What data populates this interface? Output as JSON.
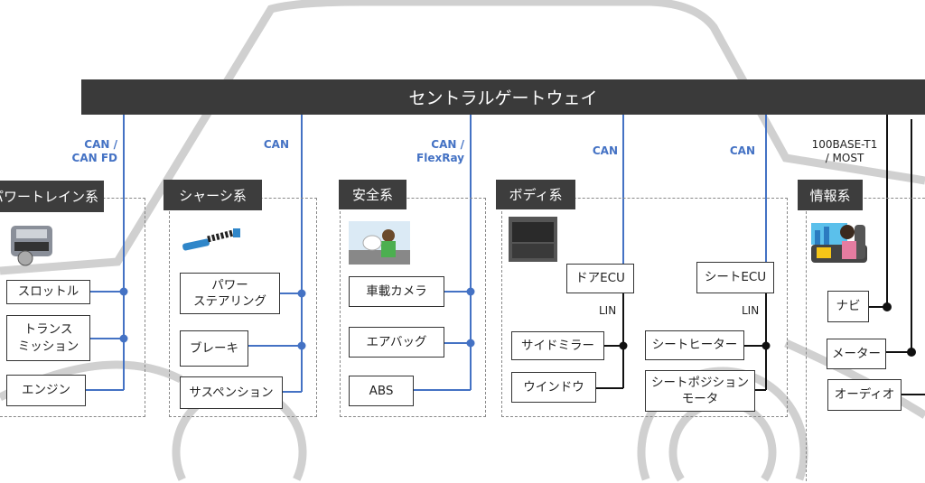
{
  "gateway": "セントラルゲートウェイ",
  "colors": {
    "can": "#4472c4",
    "ethernet": "#222222",
    "label_bg": "#3d3d3d",
    "car_outline": "#cccccc"
  },
  "groups": [
    {
      "label": "パワートレイン系",
      "bus": "CAN /\nCAN FD",
      "icon": "engine-icon",
      "ecus": [
        "スロットル",
        "トランス\nミッション",
        "エンジン"
      ]
    },
    {
      "label": "シャーシ系",
      "bus": "CAN",
      "icon": "suspension-icon",
      "ecus": [
        "パワー\nステアリング",
        "ブレーキ",
        "サスペンション"
      ]
    },
    {
      "label": "安全系",
      "bus": "CAN /\nFlexRay",
      "icon": "driver-airbag-icon",
      "ecus": [
        "車載カメラ",
        "エアバッグ",
        "ABS"
      ]
    },
    {
      "label": "ボディ系",
      "icon": "car-seat-icon",
      "subnets": [
        {
          "bus": "CAN",
          "ecu": "ドアECU",
          "sub_bus": "LIN",
          "ecus": [
            "サイドミラー",
            "ウインドウ"
          ]
        },
        {
          "bus": "CAN",
          "ecu": "シートECU",
          "sub_bus": "LIN",
          "ecus": [
            "シートヒーター",
            "シートポジション\nモータ"
          ]
        }
      ]
    },
    {
      "label": "情報系",
      "bus": "100BASE-T1\n/ MOST",
      "icon": "navigation-driver-icon",
      "ecus": [
        "ナビ",
        "メーター",
        "オーディオ"
      ]
    }
  ]
}
